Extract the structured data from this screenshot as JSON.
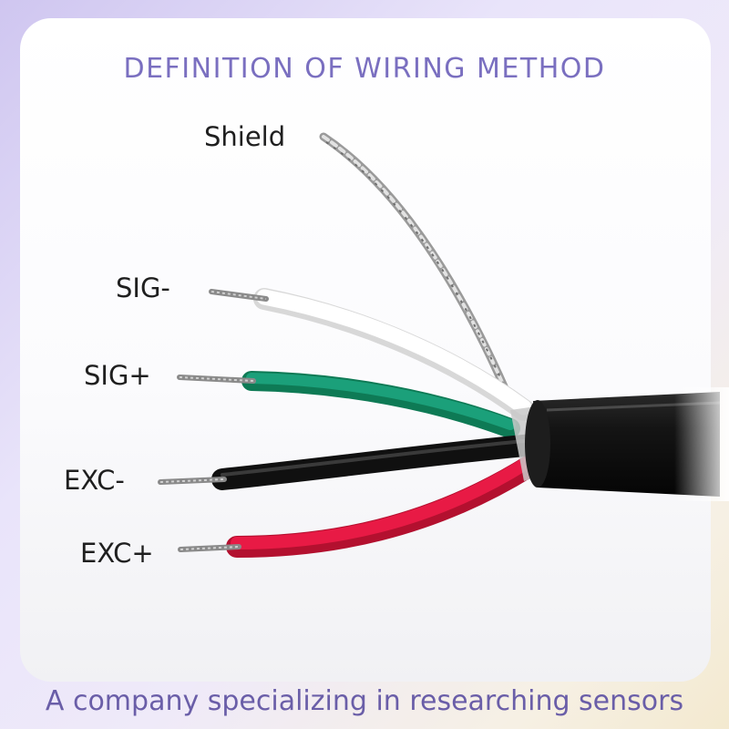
{
  "title": "DEFINITION OF WIRING METHOD",
  "footer": "A company specializing in researching sensors",
  "wires": [
    {
      "label": "Shield",
      "color": "#b8b8b8"
    },
    {
      "label": "SIG-",
      "color": "#ffffff"
    },
    {
      "label": "SIG+",
      "color": "#16946a"
    },
    {
      "label": "EXC-",
      "color": "#161616"
    },
    {
      "label": "EXC+",
      "color": "#e0173f"
    }
  ],
  "colors": {
    "accent": "#7a6fc0",
    "footer_text": "#6a5ea8",
    "cable_jacket": "#121212"
  }
}
